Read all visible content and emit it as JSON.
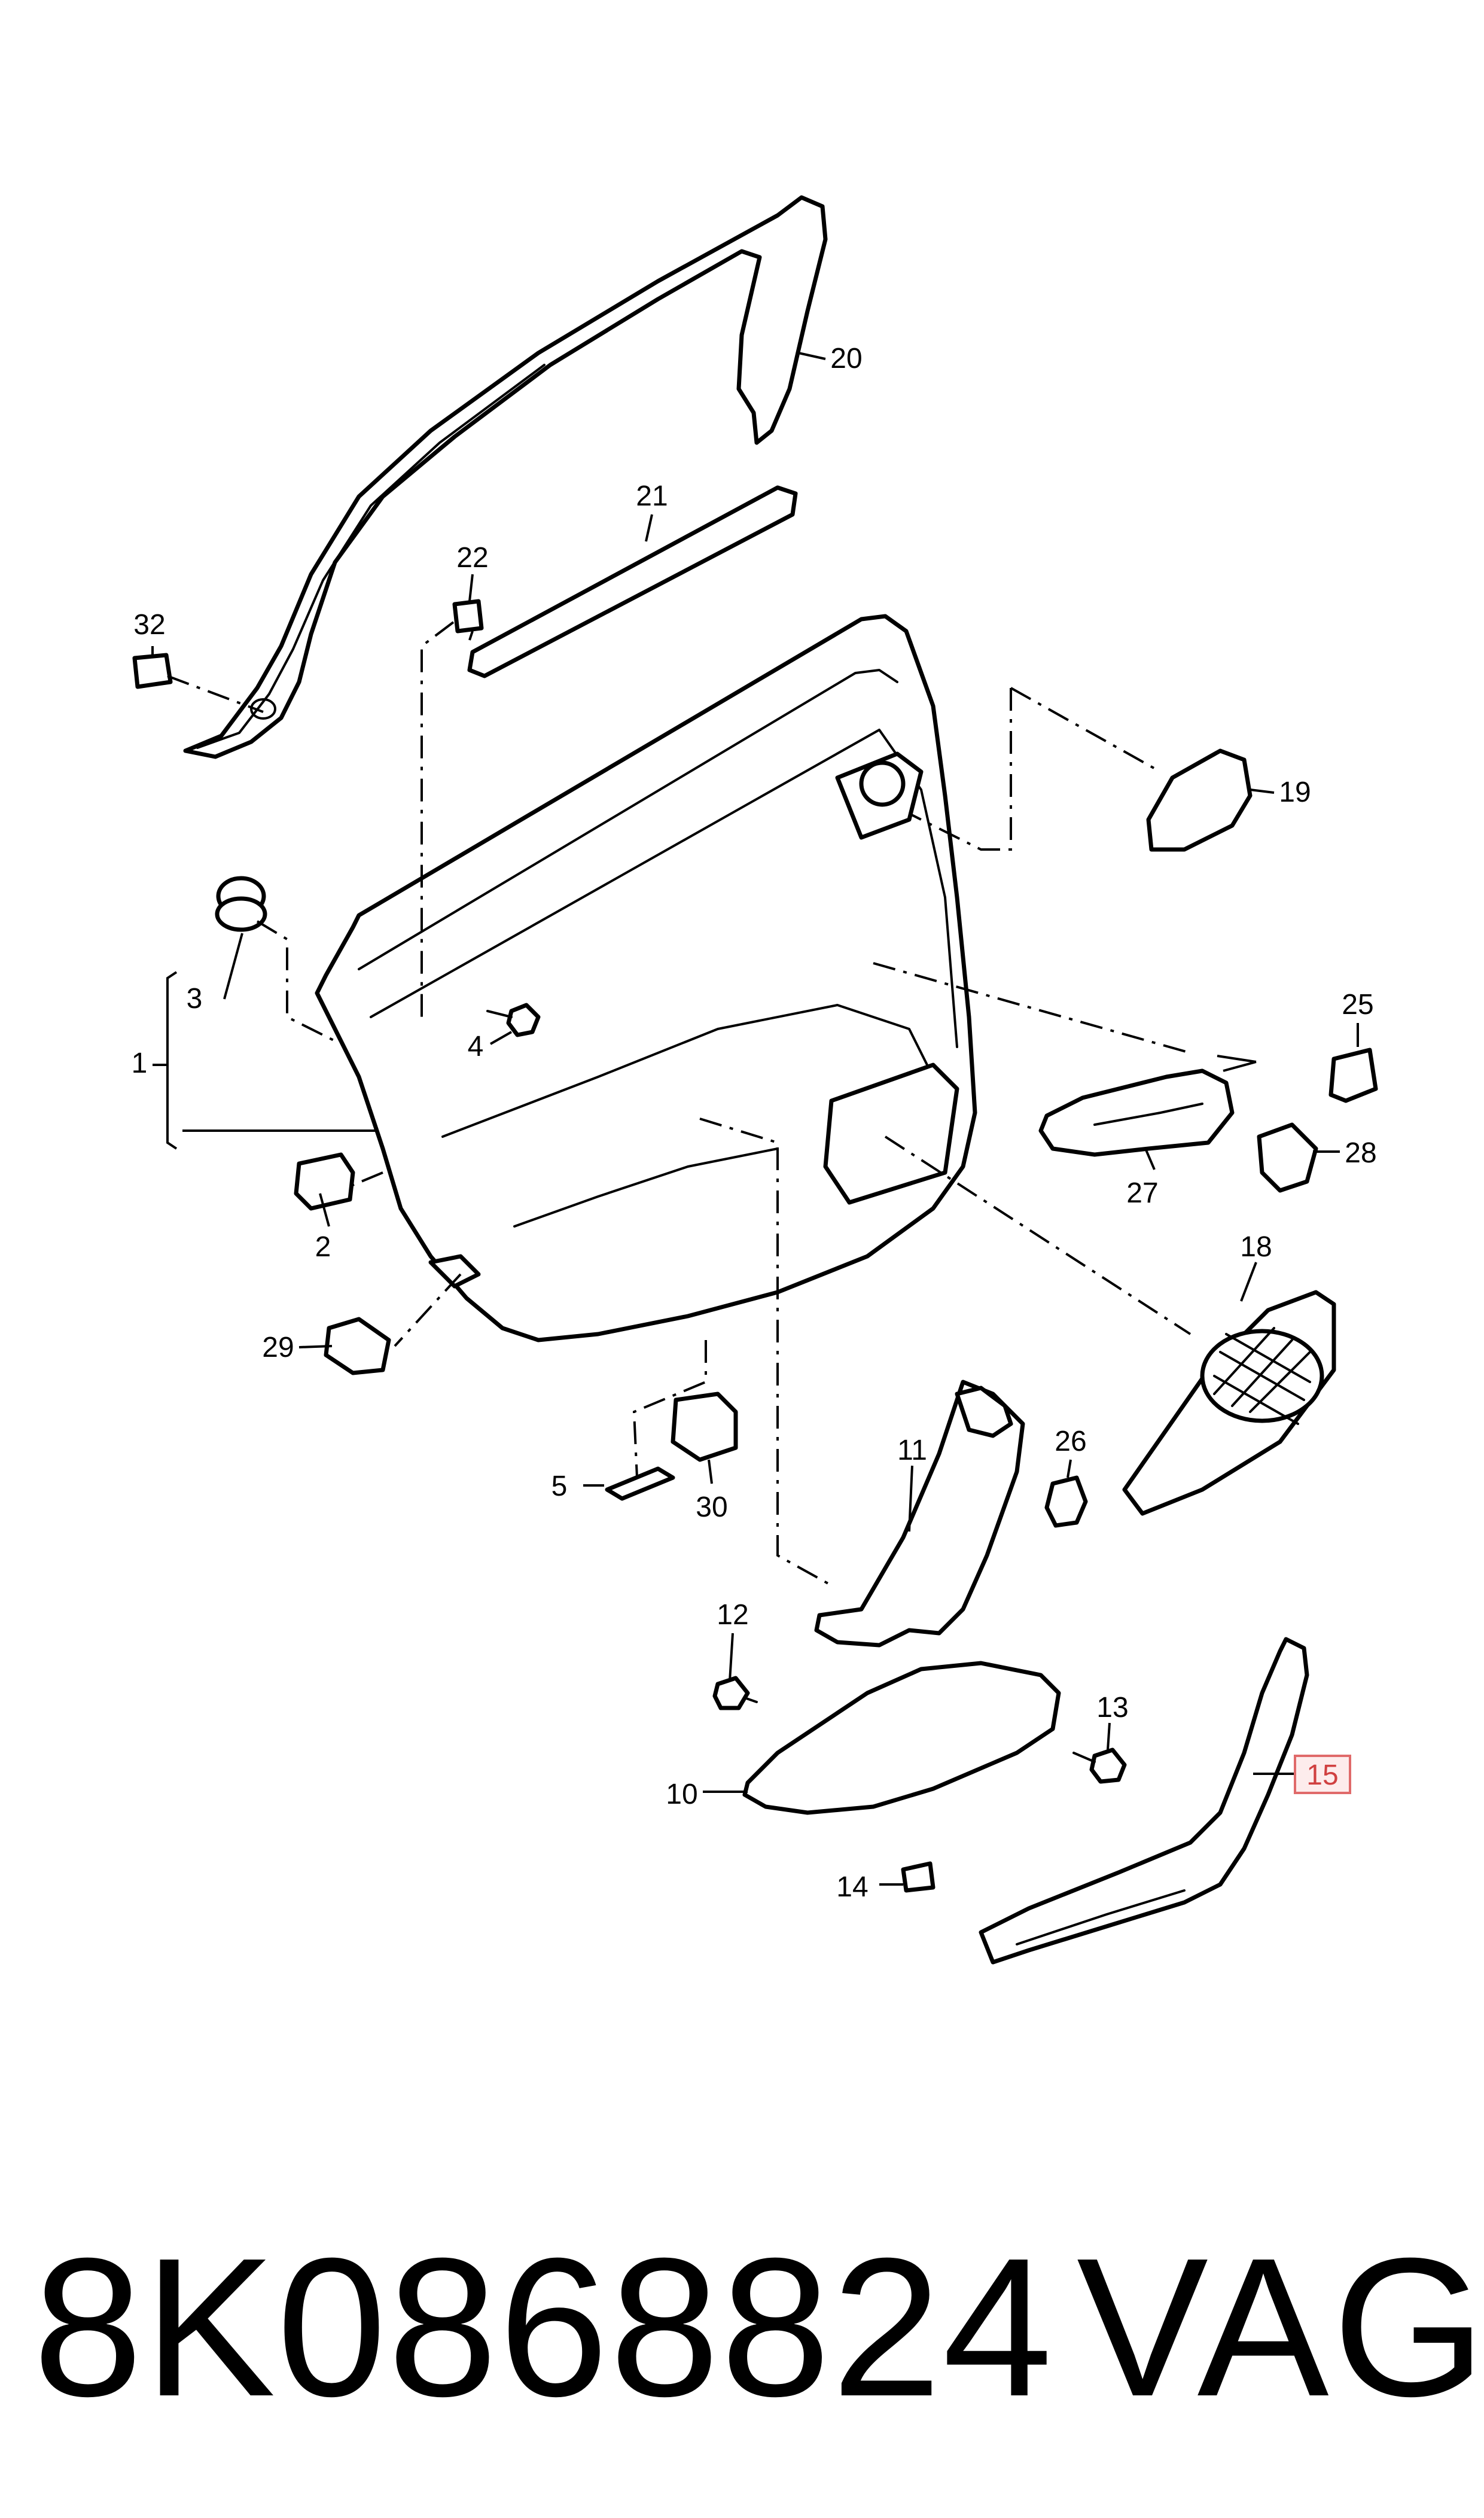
{
  "callouts": [
    {
      "id": "c1",
      "label": "1"
    },
    {
      "id": "c2",
      "label": "2"
    },
    {
      "id": "c3",
      "label": "3"
    },
    {
      "id": "c4",
      "label": "4"
    },
    {
      "id": "c5",
      "label": "5"
    },
    {
      "id": "c10",
      "label": "10"
    },
    {
      "id": "c11",
      "label": "11"
    },
    {
      "id": "c12",
      "label": "12"
    },
    {
      "id": "c13",
      "label": "13"
    },
    {
      "id": "c14",
      "label": "14"
    },
    {
      "id": "c15",
      "label": "15",
      "highlighted": true
    },
    {
      "id": "c18",
      "label": "18"
    },
    {
      "id": "c19",
      "label": "19"
    },
    {
      "id": "c20",
      "label": "20"
    },
    {
      "id": "c21",
      "label": "21"
    },
    {
      "id": "c22",
      "label": "22"
    },
    {
      "id": "c25",
      "label": "25"
    },
    {
      "id": "c26",
      "label": "26"
    },
    {
      "id": "c27",
      "label": "27"
    },
    {
      "id": "c28",
      "label": "28"
    },
    {
      "id": "c29",
      "label": "29"
    },
    {
      "id": "c30",
      "label": "30"
    },
    {
      "id": "c32",
      "label": "32"
    }
  ],
  "footer": {
    "part_number": "8K0868824",
    "brand": "VAG"
  },
  "colors": {
    "line": "#000000",
    "highlight_border": "#e06a6a",
    "highlight_fill": "#fdecec",
    "highlight_text": "#d04040"
  }
}
